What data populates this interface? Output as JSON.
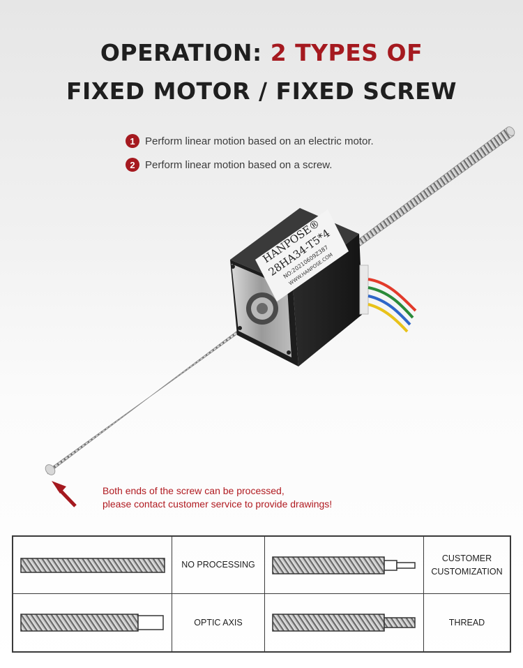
{
  "header": {
    "title_part1": "OPERATION: ",
    "title_accent": "2 TYPES OF",
    "title_line2": "FIXED MOTOR / FIXED SCREW"
  },
  "points": [
    {
      "number": "1",
      "text": "Perform linear motion based on an electric motor."
    },
    {
      "number": "2",
      "text": "Perform linear motion based on a screw."
    }
  ],
  "motor_label": {
    "brand": "HANPOSE®",
    "model": "28HA34-T5*4",
    "serial": "NO:20210609Z387",
    "website": "WWW.HANPOSE.COM"
  },
  "note": {
    "line1": "Both ends of the screw can be processed,",
    "line2": "please contact customer service to provide drawings!"
  },
  "options": [
    {
      "label": "NO PROCESSING",
      "end": "none"
    },
    {
      "label_line1": "CUSTOMER",
      "label_line2": "CUSTOMIZATION",
      "end": "stepped-shaft"
    },
    {
      "label": "OPTIC AXIS",
      "end": "smooth-shaft"
    },
    {
      "label": "THREAD",
      "end": "threaded-end"
    }
  ],
  "colors": {
    "accent": "#a5191f",
    "wire_colors": [
      "#e23a2a",
      "#2a8a3a",
      "#2f66c8",
      "#e8c21a"
    ]
  }
}
